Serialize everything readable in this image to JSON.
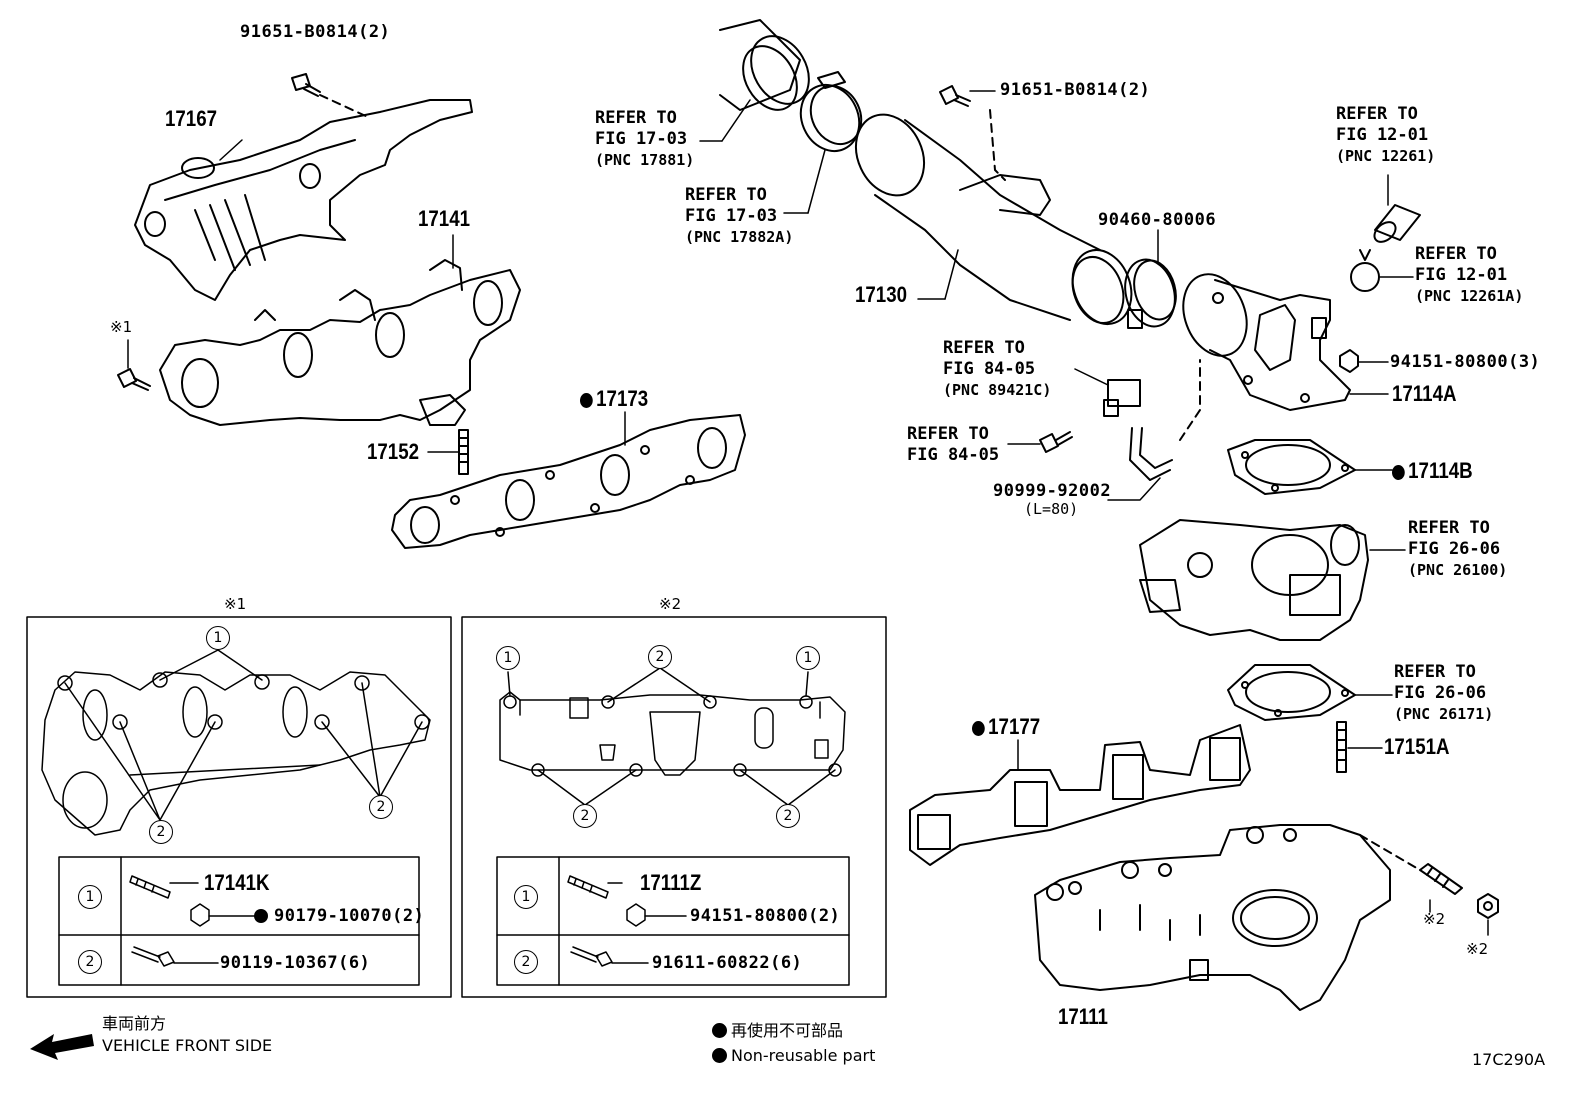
{
  "parts": {
    "p91651_top": "91651-B0814(2)",
    "p17167": "17167",
    "p17141": "17141",
    "p17152": "17152",
    "p17173": "17173",
    "p17130": "17130",
    "p91651_mid": "91651-B0814(2)",
    "p90460": "90460-80006",
    "p94151": "94151-80800(3)",
    "p17114A": "17114A",
    "p17114B": "17114B",
    "p90999": "90999-92002",
    "p90999_len": "(L=80)",
    "p17177": "17177",
    "p17151A": "17151A",
    "p17111": "17111"
  },
  "refs": {
    "r1": {
      "line1": "REFER TO",
      "line2": "FIG 17-03",
      "pnc": "(PNC 17881)"
    },
    "r2": {
      "line1": "REFER TO",
      "line2": "FIG 17-03",
      "pnc": "(PNC 17882A)"
    },
    "r3": {
      "line1": "REFER TO",
      "line2": "FIG 12-01",
      "pnc": "(PNC 12261)"
    },
    "r4": {
      "line1": "REFER TO",
      "line2": "FIG 12-01",
      "pnc": "(PNC 12261A)"
    },
    "r5": {
      "line1": "REFER TO",
      "line2": "FIG 84-05",
      "pnc": "(PNC 89421C)"
    },
    "r6": {
      "line1": "REFER TO",
      "line2": "FIG 84-05"
    },
    "r7": {
      "line1": "REFER TO",
      "line2": "FIG 26-06",
      "pnc": "(PNC 26100)"
    },
    "r8": {
      "line1": "REFER TO",
      "line2": "FIG 26-06",
      "pnc": "(PNC 26171)"
    }
  },
  "marks": {
    "m1_left": "※1",
    "box1_title": "※1",
    "box2_title": "※2",
    "m2_stud": "※2",
    "m2_nut": "※2"
  },
  "box1": {
    "row1_circle": "1",
    "row1_stud": "17141K",
    "row1_nut": "90179-10070(2)",
    "row2_circle": "2",
    "row2_bolt": "90119-10367(6)",
    "diag_c1": "1",
    "diag_c2": "2",
    "diag_c2b": "2"
  },
  "box2": {
    "row1_circle": "1",
    "row1_stud": "17111Z",
    "row1_nut": "94151-80800(2)",
    "row2_circle": "2",
    "row2_bolt": "91611-60822(6)",
    "diag_c1a": "1",
    "diag_c2top": "2",
    "diag_c1b": "1",
    "diag_c2a": "2",
    "diag_c2b": "2"
  },
  "legend": {
    "front_jp": "車両前方",
    "front_en": "VEHICLE FRONT SIDE",
    "nonreuse_jp": "再使用不可部品",
    "nonreuse_en": "Non-reusable part",
    "figure_code": "17C290A"
  }
}
